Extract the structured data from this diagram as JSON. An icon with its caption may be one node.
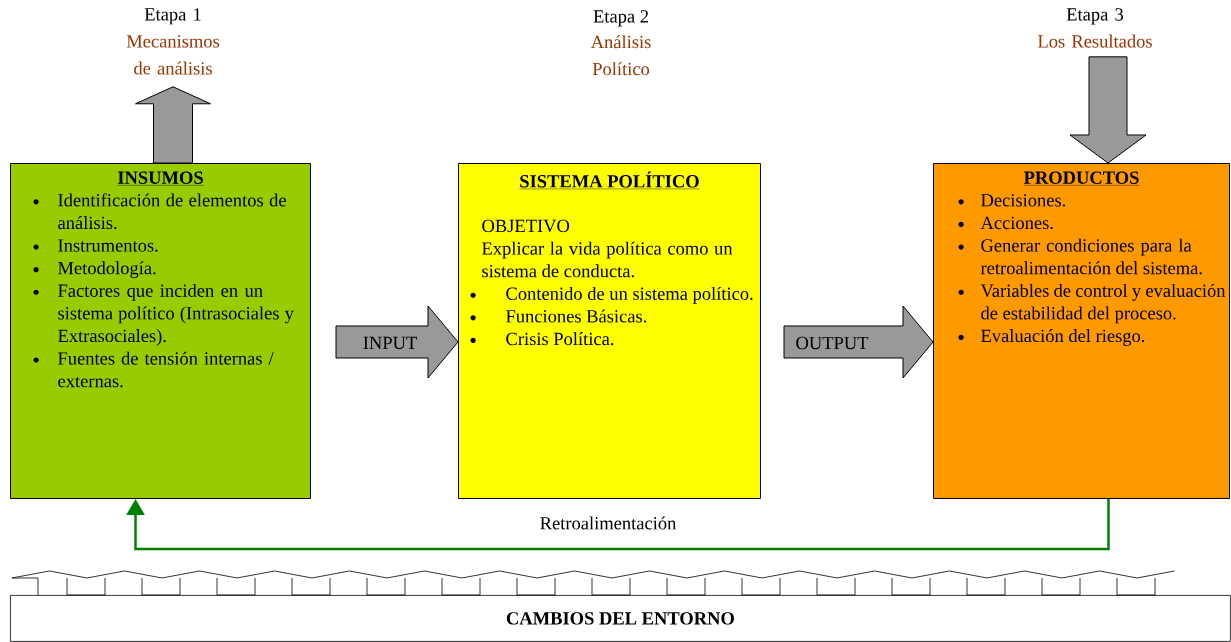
{
  "diagram": {
    "nodes": [
      {
        "text": [
          "Etapa 1",
          "Mecanismos de análisis"
        ]
      },
      {
        "text": [
          "Etapa 3",
          "Los Resultados"
        ]
      },
      {
        "text": [
          "INSUMOS",
          "Identificación de elementos de análisis.",
          "Instrumentos.",
          "Metodología.",
          "Factores que inciden en un sistema político (Intrasociales y Extrasociales).",
          "Fuentes de tensión internas / externas."
        ]
      },
      {
        "text": [
          "SISTEMA POLÍTICO",
          "OBJETIVO",
          "Explicar la vida política como un sistema de conducta.",
          "Contenido de un sistema político.",
          "Funciones Básicas.",
          "Crisis Política."
        ]
      },
      {
        "text": [
          "PRODUCTOS",
          "Decisiones.",
          "Acciones.",
          "Generar condiciones para la retroalimentación del sistema.",
          "Variables de control y evaluación de estabilidad del proceso.",
          "Evaluación del riesgo."
        ]
      },
      {
        "text": [
          "CAMBIOS DEL ENTORNO"
        ]
      }
    ],
    "edges": [
      {
        "from": 2,
        "to": 0,
        "arrow": "to"
      },
      {
        "from": 1,
        "to": 4,
        "arrow": "to"
      },
      {
        "from": 2,
        "to": 3,
        "arrow": "to",
        "label": "INPUT"
      },
      {
        "from": 3,
        "to": 4,
        "arrow": "to",
        "label": "OUTPUT"
      },
      {
        "from": 4,
        "to": 2,
        "arrow": "to",
        "label": "Retroalimentación",
        "color": "#008000"
      }
    ],
    "labels": [
      "Etapa 2",
      "Análisis Político"
    ]
  }
}
